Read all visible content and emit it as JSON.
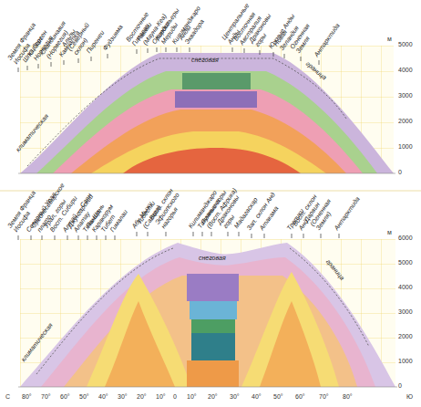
{
  "diagram": {
    "labels": [
      "Земля Франца Иосифа",
      "Шпицберген",
      "Ю.-Зап. Норвегия",
      "Скандинавия (Норвегия)",
      "Камчатка",
      "Альпы (Северный склон)",
      "Пиренеи",
      "Фудзияма",
      "Восточные Гималаи",
      "Гавайи (Мауна-Кеа)",
      "Ориноко",
      "Кордильеры Мериды",
      "Килиманджаро",
      "Анды Эквадора",
      "Центральные Анды",
      "Восточная Австралия",
      "Драконовы горы",
      "Южные Анды",
      "Новая Зеландия",
      "Огненная Земля",
      "Антарктида",
      "снеговая",
      "граница",
      "климатическая",
      "м",
      "5000",
      "4000",
      "3000",
      "2000",
      "1000",
      "0",
      "Земля Франца Иосифа",
      "Северный Урал",
      "Среднесибирское плато",
      "Урал, горы Вост. Сибири",
      "Алтай — Саян",
      "Джунгарский Алатау",
      "Тянь-Шань",
      "Памир, Каракорум",
      "Тибет",
      "Гималаи",
      "Абу-Мыжу",
      "Тибести (Сахара)",
      "Вост. склон Эфиопского нагорья",
      "Килиманджаро",
      "Танганьика",
      "Лунные горы (Вост. Африка)",
      "Драконовы горы",
      "Мадагаскар",
      "Зап. склон Анд",
      "Атакама",
      "Тропики",
      "Вост. склон Анд",
      "Дарвин (Огненная Земля)",
      "Антарктида",
      "снеговая",
      "граница",
      "климатическая",
      "м",
      "6000",
      "5000",
      "4000",
      "3000",
      "2000",
      "1000",
      "0",
      "С",
      "80°",
      "70°",
      "60°",
      "50°",
      "40°",
      "30°",
      "20°",
      "10°",
      "0",
      "10°",
      "20°",
      "30°",
      "40°",
      "50°",
      "60°",
      "70°",
      "80°",
      "Ю"
    ]
  }
}
